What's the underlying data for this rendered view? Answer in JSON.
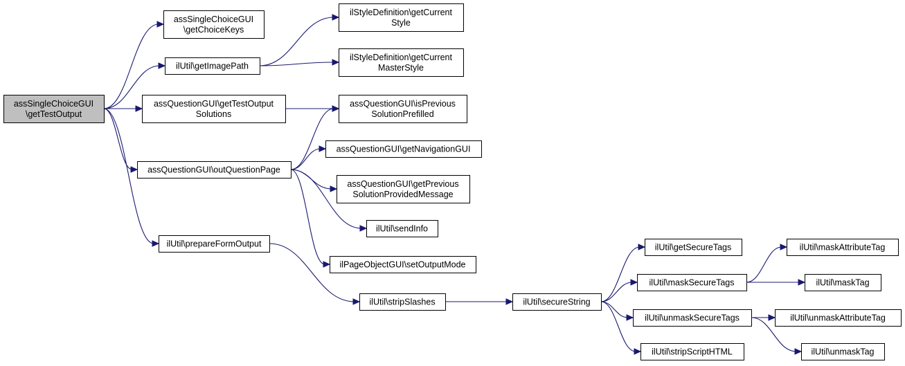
{
  "colors": {
    "node_fill": "#ffffff",
    "root_fill": "#bfbfbf",
    "edge": "#191970",
    "border": "#000000"
  },
  "nodes": {
    "root": {
      "lines": [
        "assSingleChoiceGUI",
        "\\getTestOutput"
      ]
    },
    "getChoiceKeys": {
      "lines": [
        "assSingleChoiceGUI",
        "\\getChoiceKeys"
      ]
    },
    "getImagePath": {
      "lines": [
        "ilUtil\\getImagePath"
      ]
    },
    "getTestOutputSolutions": {
      "lines": [
        "assQuestionGUI\\getTestOutput",
        "Solutions"
      ]
    },
    "outQuestionPage": {
      "lines": [
        "assQuestionGUI\\outQuestionPage"
      ]
    },
    "prepareFormOutput": {
      "lines": [
        "ilUtil\\prepareFormOutput"
      ]
    },
    "getCurrentStyle": {
      "lines": [
        "ilStyleDefinition\\getCurrent",
        "Style"
      ]
    },
    "getCurrentMasterStyle": {
      "lines": [
        "ilStyleDefinition\\getCurrent",
        "MasterStyle"
      ]
    },
    "isPreviousSolutionPrefilled": {
      "lines": [
        "assQuestionGUI\\isPrevious",
        "SolutionPrefilled"
      ]
    },
    "getNavigationGUI": {
      "lines": [
        "assQuestionGUI\\getNavigationGUI"
      ]
    },
    "getPreviousSolutionProvidedMessage": {
      "lines": [
        "assQuestionGUI\\getPrevious",
        "SolutionProvidedMessage"
      ]
    },
    "sendInfo": {
      "lines": [
        "ilUtil\\sendInfo"
      ]
    },
    "setOutputMode": {
      "lines": [
        "ilPageObjectGUI\\setOutputMode"
      ]
    },
    "stripSlashes": {
      "lines": [
        "ilUtil\\stripSlashes"
      ]
    },
    "secureString": {
      "lines": [
        "ilUtil\\secureString"
      ]
    },
    "getSecureTags": {
      "lines": [
        "ilUtil\\getSecureTags"
      ]
    },
    "maskSecureTags": {
      "lines": [
        "ilUtil\\maskSecureTags"
      ]
    },
    "unmaskSecureTags": {
      "lines": [
        "ilUtil\\unmaskSecureTags"
      ]
    },
    "stripScriptHTML": {
      "lines": [
        "ilUtil\\stripScriptHTML"
      ]
    },
    "maskAttributeTag": {
      "lines": [
        "ilUtil\\maskAttributeTag"
      ]
    },
    "maskTag": {
      "lines": [
        "ilUtil\\maskTag"
      ]
    },
    "unmaskAttributeTag": {
      "lines": [
        "ilUtil\\unmaskAttributeTag"
      ]
    },
    "unmaskTag": {
      "lines": [
        "ilUtil\\unmaskTag"
      ]
    }
  },
  "edges": [
    [
      "root",
      "getChoiceKeys"
    ],
    [
      "root",
      "getImagePath"
    ],
    [
      "root",
      "getTestOutputSolutions"
    ],
    [
      "root",
      "outQuestionPage"
    ],
    [
      "root",
      "prepareFormOutput"
    ],
    [
      "getImagePath",
      "getCurrentStyle"
    ],
    [
      "getImagePath",
      "getCurrentMasterStyle"
    ],
    [
      "getTestOutputSolutions",
      "isPreviousSolutionPrefilled"
    ],
    [
      "outQuestionPage",
      "isPreviousSolutionPrefilled"
    ],
    [
      "outQuestionPage",
      "getNavigationGUI"
    ],
    [
      "outQuestionPage",
      "getPreviousSolutionProvidedMessage"
    ],
    [
      "outQuestionPage",
      "sendInfo"
    ],
    [
      "outQuestionPage",
      "setOutputMode"
    ],
    [
      "prepareFormOutput",
      "stripSlashes"
    ],
    [
      "stripSlashes",
      "secureString"
    ],
    [
      "secureString",
      "getSecureTags"
    ],
    [
      "secureString",
      "maskSecureTags"
    ],
    [
      "secureString",
      "unmaskSecureTags"
    ],
    [
      "secureString",
      "stripScriptHTML"
    ],
    [
      "maskSecureTags",
      "maskAttributeTag"
    ],
    [
      "maskSecureTags",
      "maskTag"
    ],
    [
      "unmaskSecureTags",
      "unmaskAttributeTag"
    ],
    [
      "unmaskSecureTags",
      "unmaskTag"
    ]
  ]
}
